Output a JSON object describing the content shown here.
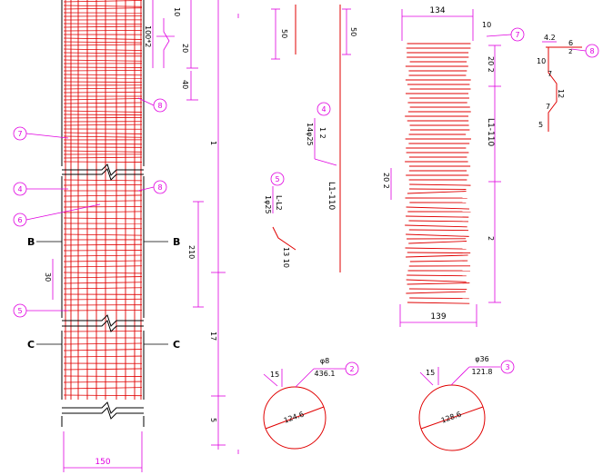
{
  "colors": {
    "rebar": "#e00000",
    "dimension": "#e000e0",
    "outline": "#000000",
    "background": "#ffffff"
  },
  "elevation": {
    "dim_150_bottom": "150",
    "dim_100_top": "10",
    "dim_100_spacing": "100*2",
    "dim_20": "20",
    "dim_40": "40",
    "dim_1": "1",
    "dim_210": "210",
    "dim_17": "17",
    "dim_5": "5",
    "dim_30": "30",
    "section_B_left": "B",
    "section_B_right": "B",
    "section_C_left": "C",
    "section_C_right": "C"
  },
  "callouts": {
    "c7": "7",
    "c4": "4",
    "c6": "6",
    "c5": "5",
    "c8a": "8",
    "c8b": "8"
  },
  "bar_details": {
    "dim_50a": "50",
    "dim_50b": "50",
    "bar4_spec": "14φ25",
    "bar4_len": "1 2",
    "bar4_callout": "4",
    "bar4_total": "L1-110",
    "bar5_spec": "1φ25",
    "bar5_len": "L-L2",
    "bar5_callout": "5",
    "bar5_dims": "13  10"
  },
  "cage_detail": {
    "top_width": "134",
    "bottom_width": "139",
    "top_label": "10",
    "callout": "7",
    "dim_top": "20 2",
    "dim_mid": "L1-110",
    "dim_bottom": "2",
    "dim_left": "20 2"
  },
  "hook_detail": {
    "dim_a": "4.2",
    "dim_b": "6",
    "spec": "2",
    "callout": "8",
    "dim_10": "10",
    "dim_7a": "7",
    "dim_12": "12",
    "dim_7b": "7",
    "dim_5": "5"
  },
  "spiral_left": {
    "spec": "φ8",
    "length": "436.1",
    "callout": "2",
    "overlap": "15",
    "diameter": "124.6"
  },
  "spiral_right": {
    "spec": "φ36",
    "length": "121.8",
    "callout": "3",
    "overlap": "15",
    "diameter": "128.6"
  }
}
